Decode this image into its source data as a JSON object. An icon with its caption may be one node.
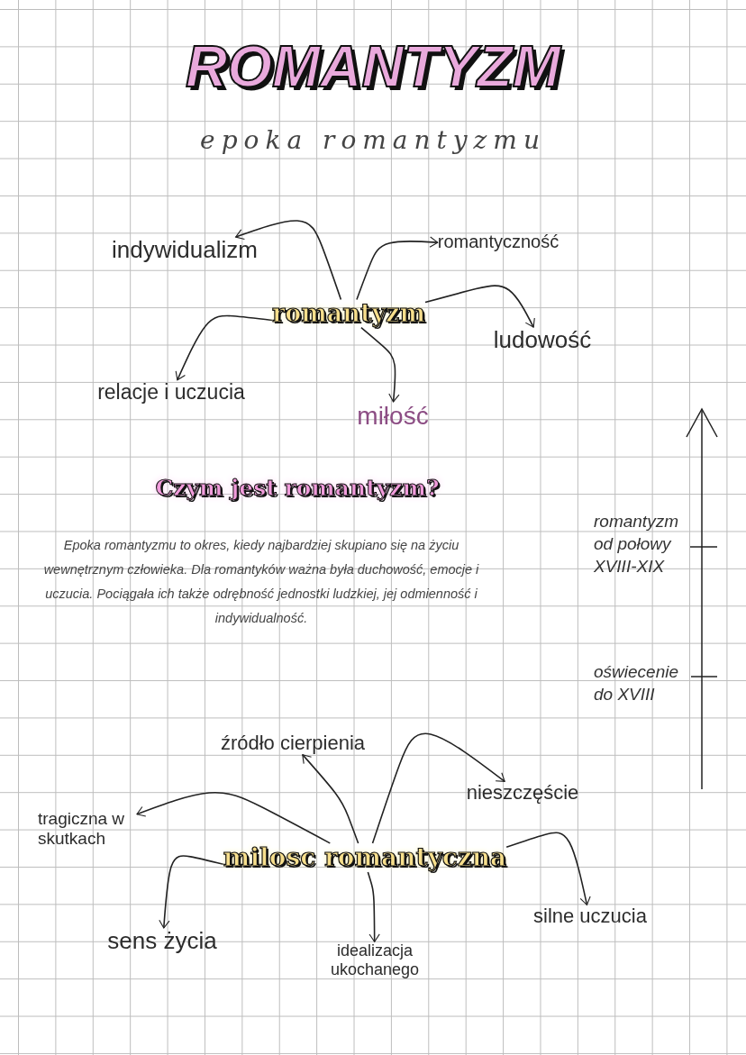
{
  "diagram": {
    "title": "ROMANTYZM",
    "nodes": [
      {
        "text": [
          "romantyzm"
        ]
      },
      {
        "text": [
          "indywidualizm"
        ]
      },
      {
        "text": [
          "romantyczność"
        ]
      },
      {
        "text": [
          "ludowość"
        ]
      },
      {
        "text": [
          "relacje i uczucia"
        ]
      },
      {
        "text": [
          "miłość"
        ]
      },
      {
        "text": [
          "milosc romantyczna"
        ]
      },
      {
        "text": [
          "źródło cierpienia"
        ]
      },
      {
        "text": [
          "nieszczęście"
        ]
      },
      {
        "text": [
          "tragiczna w skutkach"
        ]
      },
      {
        "text": [
          "silne uczucia"
        ]
      },
      {
        "text": [
          "sens życia"
        ]
      },
      {
        "text": [
          "idealizacja ukochanego"
        ]
      }
    ],
    "edges": [
      {
        "from": 0,
        "to": 1,
        "arrow": "to"
      },
      {
        "from": 0,
        "to": 2,
        "arrow": "to"
      },
      {
        "from": 0,
        "to": 3,
        "arrow": "to"
      },
      {
        "from": 0,
        "to": 4,
        "arrow": "to"
      },
      {
        "from": 0,
        "to": 5,
        "arrow": "to"
      },
      {
        "from": 6,
        "to": 7,
        "arrow": "to"
      },
      {
        "from": 6,
        "to": 8,
        "arrow": "to"
      },
      {
        "from": 6,
        "to": 9,
        "arrow": "to"
      },
      {
        "from": 6,
        "to": 10,
        "arrow": "to"
      },
      {
        "from": 6,
        "to": 11,
        "arrow": "to"
      },
      {
        "from": 6,
        "to": 12,
        "arrow": "to"
      }
    ],
    "labels": [
      "epoka romantyzmu",
      "Czym jest romantyzm?",
      "Epoka romantyzmu to okres, kiedy najbardziej skupiano się na życiu wewnętrznym człowieka. Dla romantyków ważna była duchowość, emocje i uczucia. Pociągała ich także odrębność jednostki ludzkiej, jej odmienność i indywidualność.",
      "romantyzm od połowy XVIII-XIX",
      "oświecenie do XVIII"
    ]
  }
}
